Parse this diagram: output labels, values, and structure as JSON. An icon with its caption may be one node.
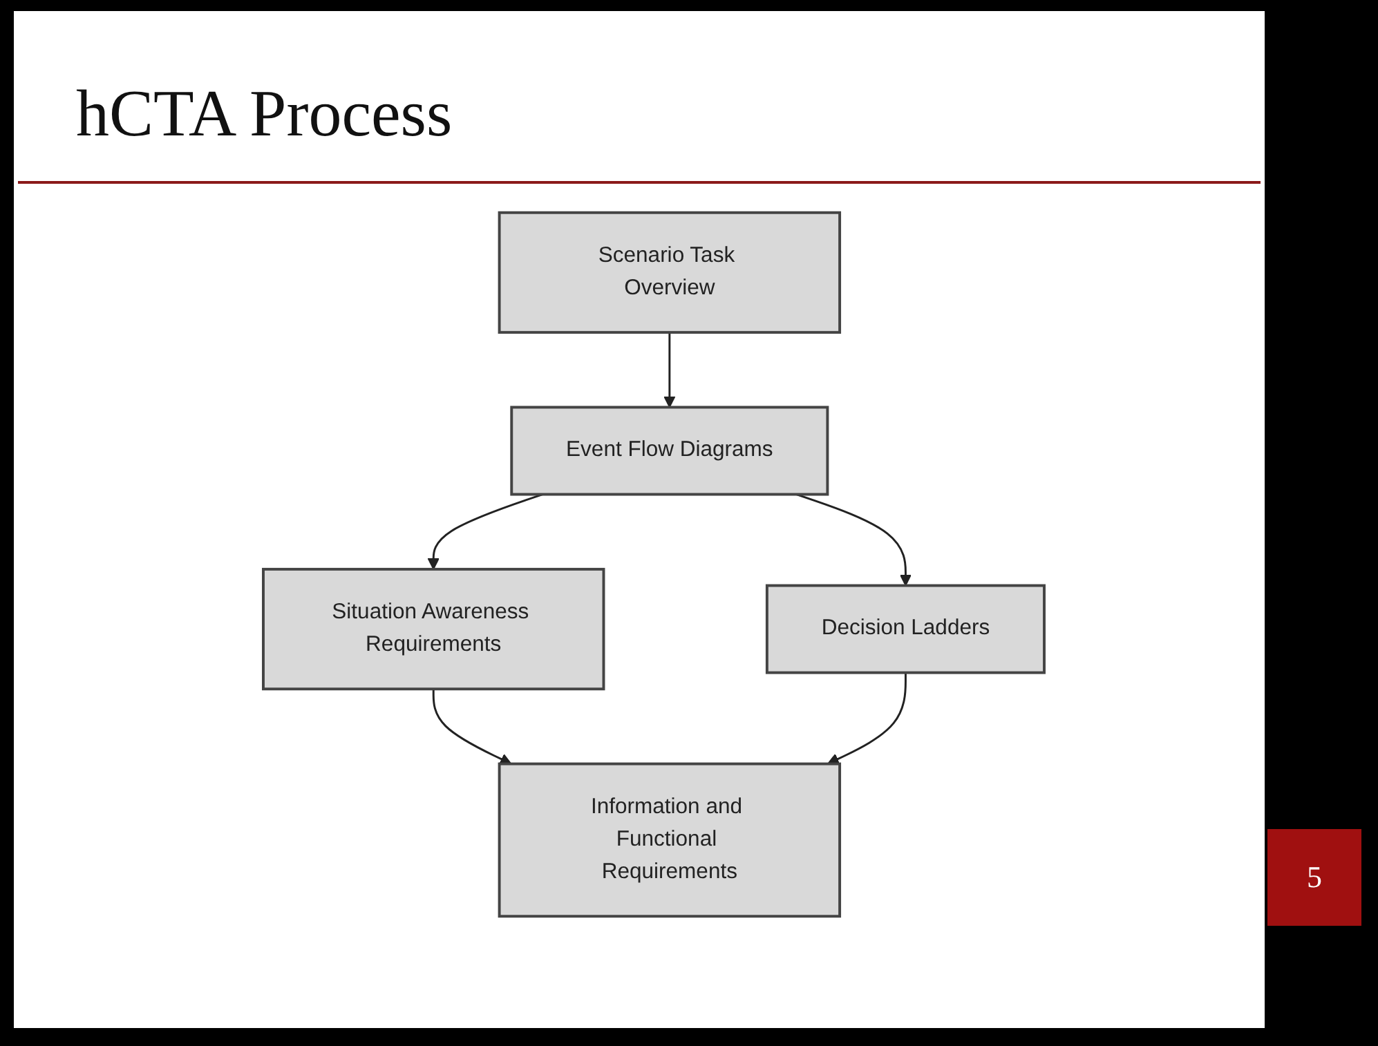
{
  "diagram": {
    "title": "hCTA Process",
    "nodes": [
      {
        "text": [
          "Scenario Task Overview"
        ]
      },
      {
        "text": [
          "Event Flow Diagrams"
        ]
      },
      {
        "text": [
          "Situation Awareness Requirements"
        ]
      },
      {
        "text": [
          "Decision Ladders"
        ]
      },
      {
        "text": [
          "Information and Functional Requirements"
        ]
      }
    ],
    "edges": [
      {
        "from": 0,
        "to": 1,
        "arrow": "to"
      },
      {
        "from": 1,
        "to": 2,
        "arrow": "to"
      },
      {
        "from": 1,
        "to": 3,
        "arrow": "to"
      },
      {
        "from": 2,
        "to": 4,
        "arrow": "to"
      },
      {
        "from": 3,
        "to": 4,
        "arrow": "to"
      }
    ],
    "labels": [
      "5"
    ]
  }
}
